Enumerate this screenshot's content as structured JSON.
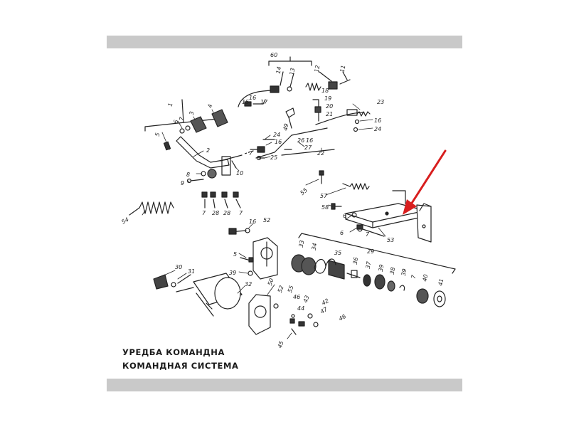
{
  "callouts": {
    "c60": "60",
    "c14": "14",
    "c13": "13",
    "c12": "12",
    "c11": "11",
    "c15": "15",
    "c16a": "16",
    "c17": "17",
    "c18": "18",
    "c19": "19",
    "c20": "20",
    "c21": "21",
    "c49": "49",
    "c23": "23",
    "c16b": "16",
    "c24a": "24",
    "c1": "1",
    "c3": "3",
    "c4": "4",
    "c6": "6",
    "c7a": "7",
    "c5a": "5",
    "c2": "2",
    "c24b": "24",
    "c16c": "16",
    "c7b": "7",
    "c25": "25",
    "c26": "26",
    "c16d": "16",
    "c27": "27",
    "c22": "22",
    "c8": "8",
    "c9": "9",
    "c10": "10",
    "c7c": "7",
    "c28a": "28",
    "c28b": "28",
    "c7d": "7",
    "c54": "54",
    "c55a": "55",
    "c57": "57",
    "c58": "58",
    "c6b": "6",
    "c6c": "6",
    "c7e": "7",
    "c53": "53",
    "c16e": "16",
    "c52a": "52",
    "c5b": "5",
    "c39a": "39",
    "c30": "30",
    "c31": "31",
    "c32": "32",
    "c33": "33",
    "c34": "34",
    "c35": "35",
    "c29": "29",
    "c36": "36",
    "c37": "37",
    "c39b": "39",
    "c38": "38",
    "c39c": "39",
    "c7f": "7",
    "c40": "40",
    "c41": "41",
    "c50": "50",
    "c52b": "52",
    "c55b": "55",
    "c46a": "46",
    "c44": "44",
    "c43": "43",
    "c42": "42",
    "c47": "47",
    "c46b": "46",
    "c45": "45"
  },
  "caption": {
    "line1": "УРЕДБА КОМАНДНА",
    "line2": "КОМАНДНАЯ СИСТЕМА"
  },
  "colors": {
    "band": "#c9c9c9",
    "ink": "#222222",
    "arrow": "#d81e1e"
  }
}
